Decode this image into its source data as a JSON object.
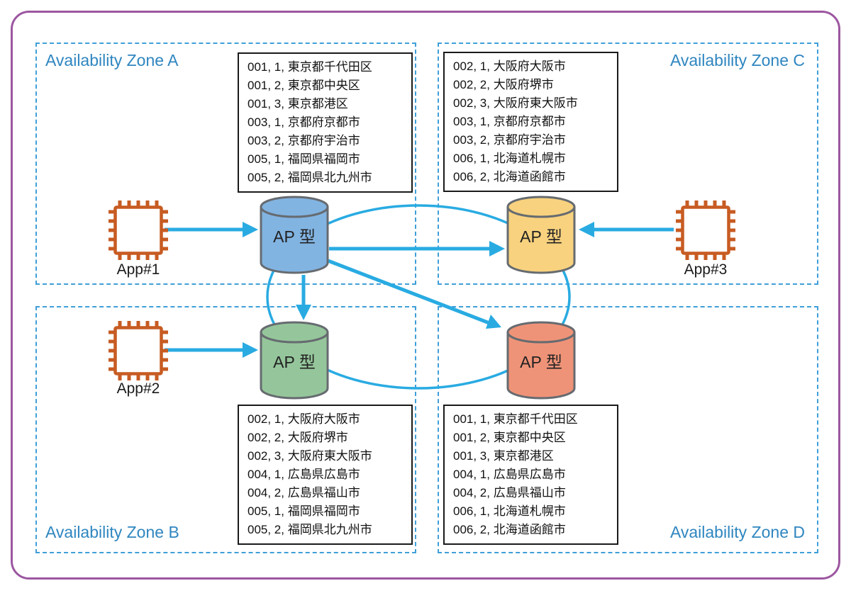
{
  "diagram": {
    "zones": {
      "a": {
        "label": "Availability Zone A",
        "db_label": "AP 型",
        "records": [
          "001, 1, 東京都千代田区",
          "001, 2, 東京都中央区",
          "001, 3, 東京都港区",
          "003, 1, 京都府京都市",
          "003, 2, 京都府宇治市",
          "005, 1, 福岡県福岡市",
          "005, 2, 福岡県北九州市"
        ]
      },
      "b": {
        "label": "Availability Zone B",
        "db_label": "AP 型",
        "records": [
          "002, 1, 大阪府大阪市",
          "002, 2, 大阪府堺市",
          "002, 3, 大阪府東大阪市",
          "004, 1, 広島県広島市",
          "004, 2, 広島県福山市",
          "005, 1, 福岡県福岡市",
          "005, 2, 福岡県北九州市"
        ]
      },
      "c": {
        "label": "Availability Zone C",
        "db_label": "AP 型",
        "records": [
          "002, 1, 大阪府大阪市",
          "002, 2, 大阪府堺市",
          "002, 3, 大阪府東大阪市",
          "003, 1, 京都府京都市",
          "003, 2, 京都府宇治市",
          "006, 1, 北海道札幌市",
          "006, 2, 北海道函館市"
        ]
      },
      "d": {
        "label": "Availability Zone D",
        "db_label": "AP 型",
        "records": [
          "001, 1, 東京都千代田区",
          "001, 2, 東京都中央区",
          "001, 3, 東京都港区",
          "004, 1, 広島県広島市",
          "004, 2, 広島県福山市",
          "006, 1, 北海道札幌市",
          "006, 2, 北海道函館市"
        ]
      }
    },
    "apps": {
      "app1": {
        "label": "App#1"
      },
      "app2": {
        "label": "App#2"
      },
      "app3": {
        "label": "App#3"
      }
    },
    "colors": {
      "db_blue": "#82B4E2",
      "db_yellow": "#F8D27E",
      "db_green": "#95C69B",
      "db_red": "#EF9378",
      "cylinder_stroke": "#666B70",
      "arrow": "#29ABE2",
      "zone_border": "#3F9FD8",
      "zone_label": "#2F86C0",
      "chip": "#C75B22",
      "outer_border": "#9C57A0",
      "record_box_border": "#1A1A1A"
    }
  }
}
